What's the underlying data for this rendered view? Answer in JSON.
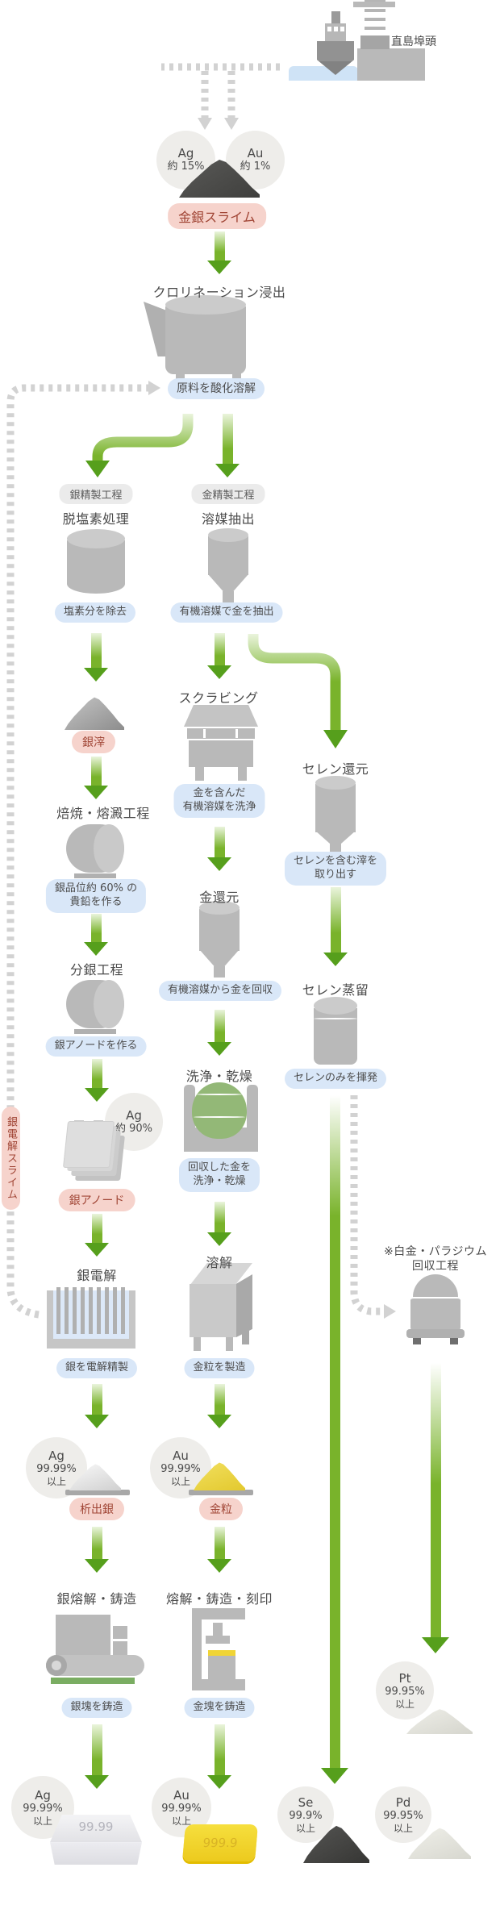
{
  "port": {
    "label": "直島埠頭"
  },
  "source": {
    "ag_line1": "Ag",
    "ag_line2": "約 15%",
    "au_line1": "Au",
    "au_line2": "約 1%",
    "slime_label": "金銀スライム"
  },
  "chlorination": {
    "title": "クロリネーション浸出",
    "note": "原料を酸化溶解"
  },
  "tags": {
    "silver": "銀精製工程",
    "gold": "金精製工程"
  },
  "silver": {
    "dechlor_title": "脱塩素処理",
    "dechlor_note": "塩素分を除去",
    "residue_label": "銀滓",
    "roast_title": "焙焼・熔澱工程",
    "roast_note1": "銀品位約 60% の",
    "roast_note2": "貴鉛を作る",
    "parting_title": "分銀工程",
    "parting_note": "銀アノードを作る",
    "anode_circle_line1": "Ag",
    "anode_circle_line2": "約 90%",
    "anode_label": "銀アノード",
    "recycle_label": "銀電解スライム",
    "electrolysis_title": "銀電解",
    "electrolysis_note": "銀を電解精製",
    "deposited_circle_line1": "Ag",
    "deposited_circle_line2": "99.99%",
    "deposited_circle_line3": "以上",
    "deposited_label": "析出銀",
    "melting_title": "銀熔解・鋳造",
    "melting_note": "銀塊を鋳造",
    "product_circle_line1": "Ag",
    "product_circle_line2": "99.99%",
    "product_circle_line3": "以上",
    "ingot_mark": "99.99"
  },
  "gold": {
    "extraction_title": "溶媒抽出",
    "extraction_note": "有機溶媒で金を抽出",
    "scrubbing_title": "スクラビング",
    "scrubbing_note1": "金を含んだ",
    "scrubbing_note2": "有機溶媒を洗浄",
    "reduction_title": "金還元",
    "reduction_note": "有機溶媒から金を回収",
    "washing_title": "洗浄・乾燥",
    "washing_note1": "回収した金を",
    "washing_note2": "洗浄・乾燥",
    "dissolution_title": "溶解",
    "dissolution_note": "金粒を製造",
    "grain_circle_line1": "Au",
    "grain_circle_line2": "99.99%",
    "grain_circle_line3": "以上",
    "grain_label": "金粒",
    "melting_title": "熔解・鋳造・刻印",
    "melting_note": "金塊を鋳造",
    "product_circle_line1": "Au",
    "product_circle_line2": "99.99%",
    "product_circle_line3": "以上",
    "ingot_mark": "999.9"
  },
  "selenium": {
    "reduction_title": "セレン還元",
    "reduction_note1": "セレンを含む滓を",
    "reduction_note2": "取り出す",
    "distillation_title": "セレン蒸留",
    "distillation_note": "セレンのみを揮発",
    "product_circle_line1": "Se",
    "product_circle_line2": "99.9%",
    "product_circle_line3": "以上"
  },
  "ptpd": {
    "title_line1": "※白金・パラジウム",
    "title_line2": "回収工程",
    "pt_circle_line1": "Pt",
    "pt_circle_line2": "99.95%",
    "pt_circle_line3": "以上",
    "pd_circle_line1": "Pd",
    "pd_circle_line2": "99.95%",
    "pd_circle_line3": "以上"
  },
  "colors": {
    "accent_green": "#79b32b",
    "arrow_head_green": "#569f1c",
    "label_blue": "#d9e7f8",
    "label_pink": "#f6d3cc",
    "pink_text": "#a04535",
    "machine_gray": "#b9b9b9",
    "water_blue": "#cfe3f6",
    "gold_yellow": "#eed84a"
  }
}
